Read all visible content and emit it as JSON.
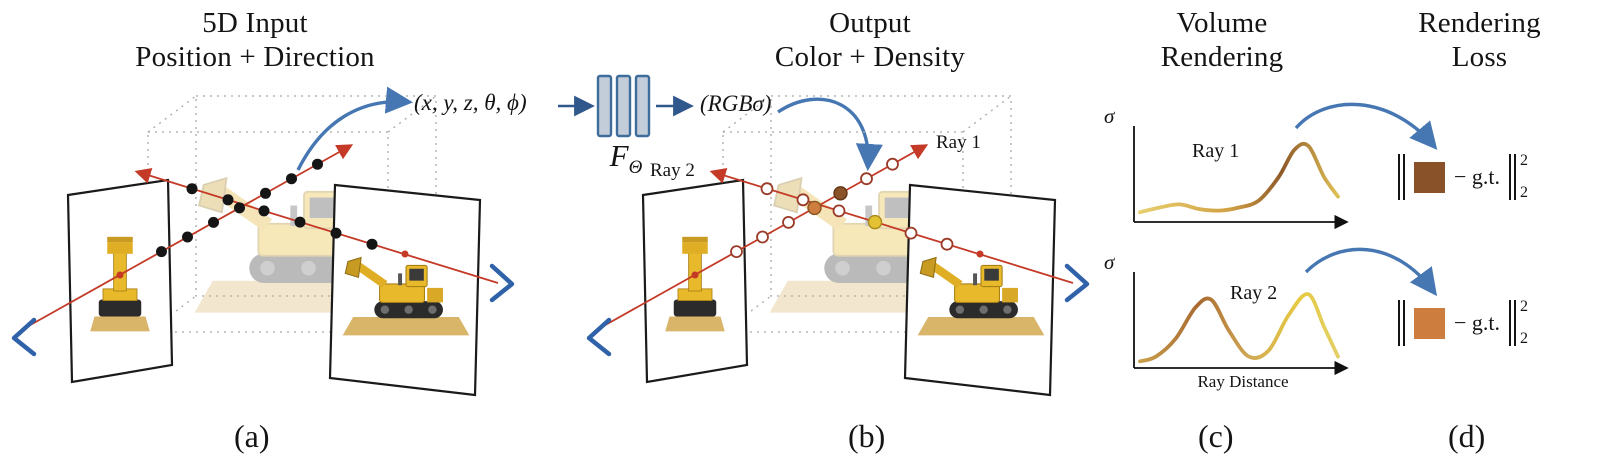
{
  "panels": {
    "a": {
      "title1": "5D Input",
      "title2": "Position + Direction",
      "caption": "(a)"
    },
    "b": {
      "title1": "Output",
      "title2": "Color + Density",
      "caption": "(b)",
      "ray1": "Ray 1",
      "ray2": "Ray 2"
    },
    "c": {
      "title1": "Volume",
      "title2": "Rendering",
      "caption": "(c)",
      "plot1": {
        "ylabel": "σ",
        "label": "Ray 1"
      },
      "plot2": {
        "ylabel": "σ",
        "label": "Ray 2",
        "xlabel": "Ray Distance"
      }
    },
    "d": {
      "title1": "Rendering",
      "title2": "Loss",
      "caption": "(d)",
      "loss1": {
        "minus_gt": "− g.t.",
        "sup": "2",
        "sub": "2"
      },
      "loss2": {
        "minus_gt": "− g.t.",
        "sup": "2",
        "sub": "2"
      }
    }
  },
  "network": {
    "input": "(x, y, z, θ, ϕ)",
    "name": "F",
    "subscript": "Θ",
    "output": "(RGBσ)"
  },
  "colors": {
    "flow_arrow_blue": "#4677b3",
    "straight_arrow": "#30588c",
    "ray_red": "#c43a27",
    "network_fill": "#c3cdd9",
    "network_border": "#3e6d9c",
    "sample_yellow": "#e4c233",
    "sample_orange": "#cd7e3e",
    "sample_brown": "#8a5228",
    "loss1_square": "#8a5228",
    "loss2_square": "#cd7e3e",
    "curve_gradient_1": [
      "#e6cf6d",
      "#d2a043",
      "#8f5a2a",
      "#dfc055"
    ],
    "curve_gradient_2": [
      "#c9a04c",
      "#a96930",
      "#d0a855",
      "#e6ca42",
      "#e3cf66"
    ]
  },
  "chart_data": [
    {
      "type": "line",
      "series_label": "Ray 1",
      "ylabel": "σ",
      "xlabel": "",
      "x_range": [
        0,
        1
      ],
      "grid": false,
      "legend": "none",
      "x": [
        0,
        0.1,
        0.2,
        0.3,
        0.4,
        0.5,
        0.6,
        0.7,
        0.78,
        0.85,
        0.93,
        1
      ],
      "y": [
        0.1,
        0.16,
        0.2,
        0.14,
        0.12,
        0.16,
        0.25,
        0.55,
        0.9,
        0.95,
        0.55,
        0.3
      ],
      "note": "volume density along camera ray 1; single large peak near far end"
    },
    {
      "type": "line",
      "series_label": "Ray 2",
      "ylabel": "σ",
      "xlabel": "Ray Distance",
      "x_range": [
        0,
        1
      ],
      "grid": false,
      "legend": "none",
      "x": [
        0,
        0.08,
        0.18,
        0.28,
        0.36,
        0.45,
        0.55,
        0.65,
        0.75,
        0.85,
        0.93,
        1
      ],
      "y": [
        0.06,
        0.12,
        0.35,
        0.75,
        0.85,
        0.45,
        0.12,
        0.2,
        0.65,
        0.92,
        0.5,
        0.12
      ],
      "note": "volume density along camera ray 2; two peaks"
    }
  ]
}
